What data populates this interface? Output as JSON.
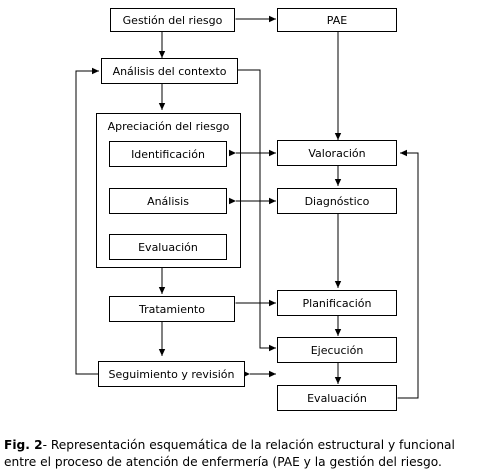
{
  "risk_side": {
    "gestion": "Gestión del riesgo",
    "analisis_contexto": "Análisis del contexto",
    "apreciacion_title": "Apreciación del riesgo",
    "identificacion": "Identificación",
    "analisis": "Análisis",
    "evaluacion": "Evaluación",
    "tratamiento": "Tratamiento",
    "seguimiento": "Seguimiento y revisión"
  },
  "pae_side": {
    "pae": "PAE",
    "valoracion": "Valoración",
    "diagnostico": "Diagnóstico",
    "planificacion": "Planificación",
    "ejecucion": "Ejecución",
    "evaluacion": "Evaluación"
  },
  "caption": {
    "label": "Fig. 2",
    "line1_rest": "- Representación esquemática de la relación estructural y funcional",
    "line2": "entre el proceso de atención de enfermería (PAE y la gestión del riesgo."
  }
}
